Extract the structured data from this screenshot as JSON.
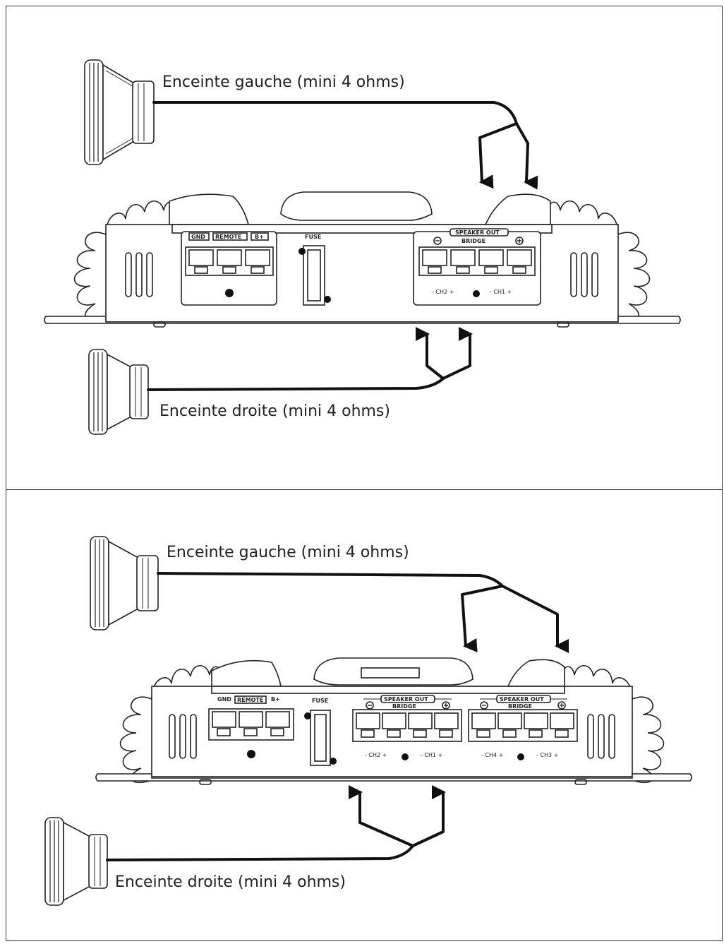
{
  "diagrams": [
    {
      "left_speaker_label": "Enceinte gauche (mini 4 ohms)",
      "right_speaker_label": "Enceinte droite (mini 4 ohms)",
      "amp": {
        "power_labels": [
          "GND",
          "REMOTE",
          "B+"
        ],
        "fuse_label": "FUSE",
        "speaker_out_label": "SPEAKER OUT",
        "bridge_label": "BRIDGE",
        "channel_labels": [
          "- CH2 +",
          "- CH1 +"
        ]
      }
    },
    {
      "left_speaker_label": "Enceinte gauche (mini 4 ohms)",
      "right_speaker_label": "Enceinte droite (mini 4 ohms)",
      "amp": {
        "power_labels": [
          "GND",
          "REMOTE",
          "B+"
        ],
        "fuse_label": "FUSE",
        "speaker_out_label": "SPEAKER OUT",
        "bridge_label": "BRIDGE",
        "channel_labels": [
          "- CH2 +",
          "- CH1 +",
          "- CH4 +",
          "- CH3 +"
        ]
      }
    }
  ]
}
